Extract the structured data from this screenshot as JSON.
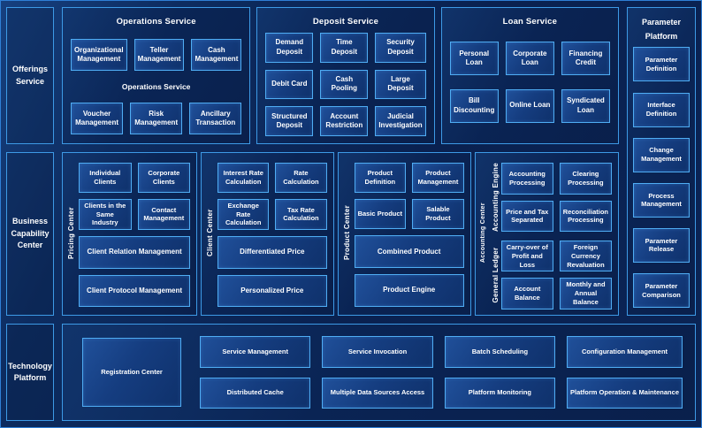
{
  "colors": {
    "background": "#0a2150",
    "panel_border": "#3d9ae6",
    "box_border": "#4fadf4",
    "box_fill": "#153d80",
    "text": "#ffffff"
  },
  "left_rail": {
    "offerings_label": "Offerings Service",
    "business_label": "Business Capability Center",
    "technology_label": "Technology Platform"
  },
  "operations_service": {
    "title": "Operations Service",
    "duplicate_label": "Operations Service",
    "items": [
      "Organizational Management",
      "Teller Management",
      "Cash Management",
      "Voucher Management",
      "Risk Management",
      "Ancillary Transaction"
    ]
  },
  "deposit_service": {
    "title": "Deposit Service",
    "items": [
      "Demand Deposit",
      "Time Deposit",
      "Security Deposit",
      "Debit Card",
      "Cash Pooling",
      "Large Deposit",
      "Structured Deposit",
      "Account Restriction",
      "Judicial Investigation"
    ]
  },
  "loan_service": {
    "title": "Loan Service",
    "items": [
      "Personal Loan",
      "Corporate Loan",
      "Financing Credit",
      "Bill Discounting",
      "Online Loan",
      "Syndicated Loan"
    ]
  },
  "parameter_platform": {
    "title": "Parameter Platform",
    "items": [
      "Parameter Definition",
      "Interface Definition",
      "Change Management",
      "Process Management",
      "Parameter Release",
      "Parameter Comparison"
    ]
  },
  "pricing_center": {
    "label": "Pricing Center",
    "items": [
      "Individual Clients",
      "Corporate Clients",
      "Clients in the Same Industry",
      "Contact Management"
    ],
    "wide_items": [
      "Client Relation Management",
      "Client Protocol Management"
    ]
  },
  "client_center": {
    "label": "Client Center",
    "items": [
      "Interest Rate Calculation",
      "Rate Calculation",
      "Exchange Rate Calculation",
      "Tax Rate Calculation"
    ],
    "wide_items": [
      "Differentiated Price",
      "Personalized Price"
    ]
  },
  "product_center": {
    "label": "Product Center",
    "items": [
      "Product Definition",
      "Product Management",
      "Basic Product",
      "Salable Product"
    ],
    "wide_items": [
      "Combined Product",
      "Product Engine"
    ]
  },
  "accounting_center": {
    "label": "Accounting Center",
    "engine_label": "Accounting Engine",
    "engine_items": [
      "Accounting Processing",
      "Clearing Processing",
      "Price and Tax Separated",
      "Reconciliation Processing"
    ],
    "ledger_label": "General Ledger",
    "ledger_items": [
      "Carry-over of Profit and Loss",
      "Foreign Currency Revaluation",
      "Account Balance",
      "Monthly and Annual Balance"
    ]
  },
  "technology_platform": {
    "registration_label": "Registration Center",
    "row1": [
      "Service Management",
      "Service Invocation",
      "Batch Scheduling",
      "Configuration Management"
    ],
    "row2": [
      "Distributed Cache",
      "Multiple Data Sources Access",
      "Platform Monitoring",
      "Platform Operation & Maintenance"
    ]
  }
}
